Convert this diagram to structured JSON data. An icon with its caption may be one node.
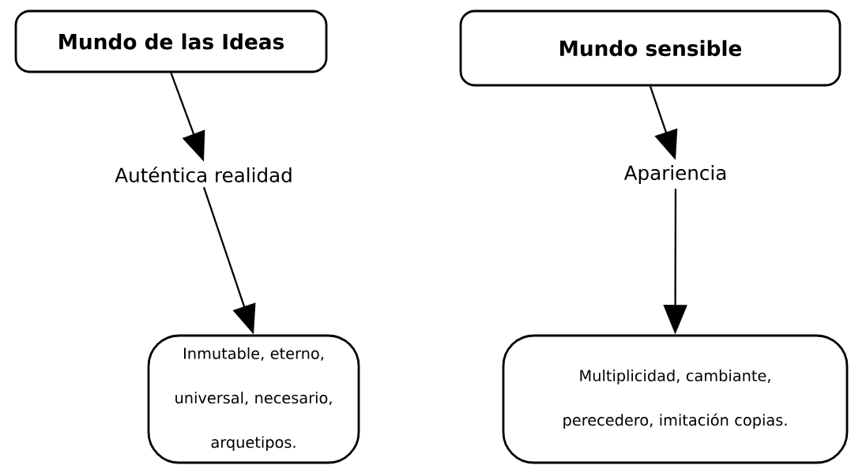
{
  "diagram": {
    "nodes": [
      {
        "text": [
          "Mundo de las Ideas"
        ]
      },
      {
        "text": [
          "Mundo sensible"
        ]
      },
      {
        "text": [
          "Auténtica realidad"
        ]
      },
      {
        "text": [
          "Apariencia"
        ]
      },
      {
        "text": [
          "Inmutable, eterno, universal, necesario, arquetipos."
        ]
      },
      {
        "text": [
          "Multiplicidad, cambiante, perecedero, imitación copias."
        ]
      }
    ],
    "edges": [
      {
        "from": 0,
        "to": 2,
        "arrow": "to"
      },
      {
        "from": 2,
        "to": 4,
        "arrow": "to"
      },
      {
        "from": 1,
        "to": 3,
        "arrow": "to"
      },
      {
        "from": 3,
        "to": 5,
        "arrow": "to"
      }
    ]
  }
}
